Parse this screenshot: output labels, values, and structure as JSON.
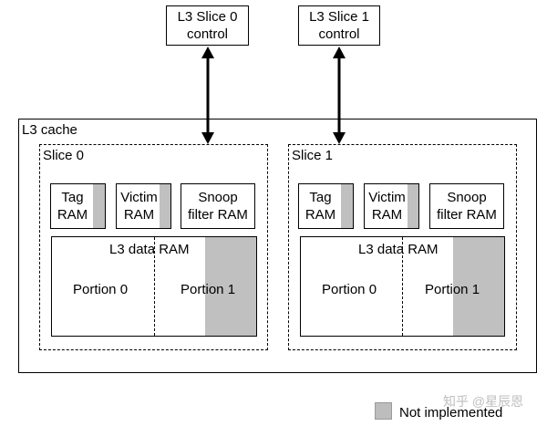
{
  "controls": [
    {
      "label": "L3 Slice 0\ncontrol"
    },
    {
      "label": "L3 Slice 1\ncontrol"
    }
  ],
  "cache": {
    "title": "L3 cache",
    "slices": [
      {
        "title": "Slice 0",
        "tag": "Tag\nRAM",
        "victim": "Victim\nRAM",
        "snoop": "Snoop\nfilter RAM",
        "data_ram": "L3 data RAM",
        "portion0": "Portion 0",
        "portion1": "Portion 1"
      },
      {
        "title": "Slice 1",
        "tag": "Tag\nRAM",
        "victim": "Victim\nRAM",
        "snoop": "Snoop\nfilter RAM",
        "data_ram": "L3 data RAM",
        "portion0": "Portion 0",
        "portion1": "Portion 1"
      }
    ]
  },
  "legend": {
    "label": "Not implemented",
    "color": "#c0c0c0"
  },
  "watermark": "知乎 @星辰恩"
}
